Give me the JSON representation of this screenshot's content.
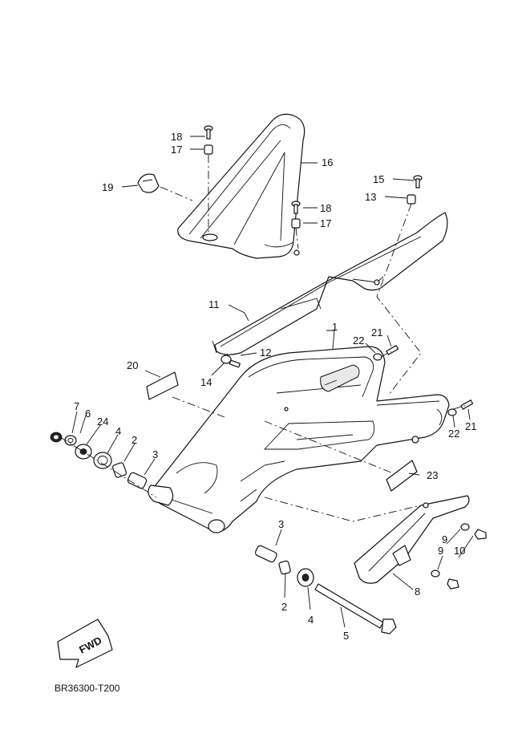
{
  "diagram": {
    "code": "BR36300-T200",
    "fwd_label": "FWD",
    "callouts": {
      "c1": "1",
      "c2a": "2",
      "c2b": "2",
      "c3a": "3",
      "c3b": "3",
      "c4a": "4",
      "c4b": "4",
      "c5": "5",
      "c6": "6",
      "c7": "7",
      "c8": "8",
      "c9a": "9",
      "c9b": "9",
      "c10": "10",
      "c11": "11",
      "c12": "12",
      "c13": "13",
      "c14": "14",
      "c15": "15",
      "c16": "16",
      "c17a": "17",
      "c17b": "17",
      "c18a": "18",
      "c18b": "18",
      "c19": "19",
      "c20": "20",
      "c21a": "21",
      "c21b": "21",
      "c22a": "22",
      "c22b": "22",
      "c23": "23",
      "c24": "24"
    }
  }
}
